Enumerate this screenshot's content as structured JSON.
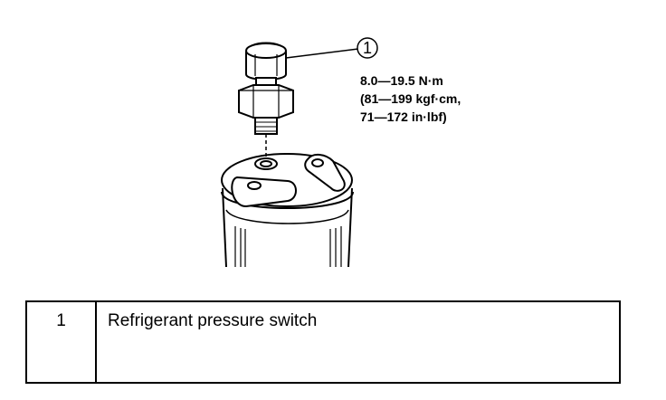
{
  "diagram": {
    "callout_number": "1",
    "torque_lines": [
      "8.0—19.5 N·m",
      "(81—199 kgf·cm,",
      "71—172 in·lbf)"
    ]
  },
  "legend": {
    "rows": [
      {
        "number": "1",
        "description": "Refrigerant pressure switch"
      }
    ]
  }
}
